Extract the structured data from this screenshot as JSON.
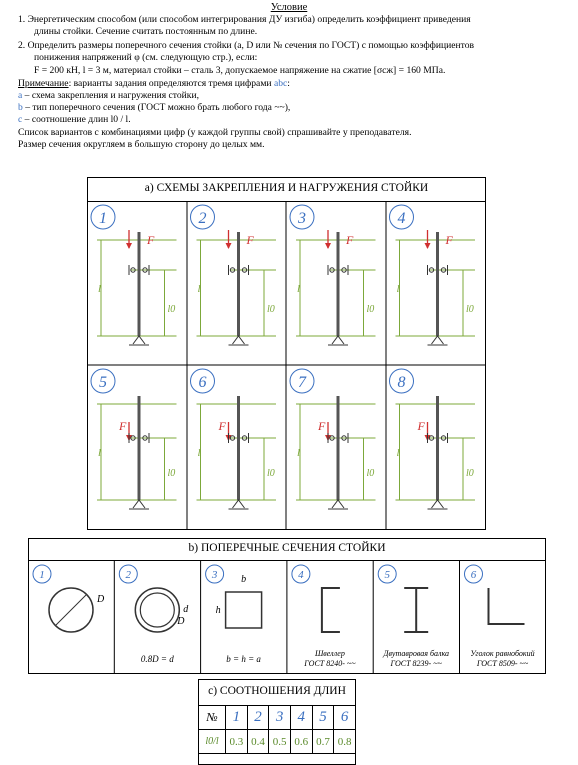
{
  "condition": {
    "title": "Условие",
    "item1_line1": "1.  Энергетическим способом (или способом интегрирования ДУ изгиба) определить коэффициент приведения",
    "item1_line2": "длины стойки. Сечение считать постоянным по длине.",
    "item2_line1": "2.  Определить размеры поперечного сечения стойки (a, D или № сечения по ГОСТ) с помощью коэффициентов",
    "item2_line2": "понижения напряжений φ (см. следующую стр.), если:",
    "given": "F = 200 кН,   l = 3 м,   материал стойки – сталь 3,   допускаемое напряжение на сжатие [σсж] = 160 МПа.",
    "note_label": "Примечание",
    "note_text": ": варианты задания определяются тремя цифрами ",
    "note_abc": "abc",
    "note_colon": ":",
    "a_letter": "a",
    "a_text": " – схема закрепления и нагружения стойки,",
    "b_letter": "b",
    "b_text": " – тип поперечного сечения (ГОСТ можно брать любого года ~~),",
    "c_letter": "c",
    "c_text": " – соотношение длин l0 / l.",
    "list_text": "Список  вариантов с комбинациями цифр (у каждой группы свой) спрашивайте у преподавателя.",
    "round_text": "Размер сечения округляем в большую сторону до целых мм."
  },
  "section_a": {
    "title": "а) СХЕМЫ ЗАКРЕПЛЕНИЯ И НАГРУЖЕНИЯ СТОЙКИ",
    "schemes": [
      "1",
      "2",
      "3",
      "4",
      "5",
      "6",
      "7",
      "8"
    ],
    "force_label": "F",
    "length_label": "l",
    "length0_label": "l0"
  },
  "section_b": {
    "title": "b) ПОПЕРЕЧНЫЕ СЕЧЕНИЯ СТОЙКИ",
    "sections": [
      {
        "num": "1",
        "dim": "D",
        "caption": ""
      },
      {
        "num": "2",
        "dim": "d",
        "dim2": "D",
        "caption": "0.8D = d"
      },
      {
        "num": "3",
        "dim": "b",
        "dim2": "h",
        "caption": "b = h = a"
      },
      {
        "num": "4",
        "caption1": "Швеллер",
        "caption2": "ГОСТ 8240- ~~"
      },
      {
        "num": "5",
        "caption1": "Двутавровая балка",
        "caption2": "ГОСТ 8239- ~~"
      },
      {
        "num": "6",
        "caption1": "Уголок равнобокий",
        "caption2": "ГОСТ 8509- ~~"
      }
    ]
  },
  "section_c": {
    "title": "c) СООТНОШЕНИЯ ДЛИН",
    "num_label": "№",
    "ratio_label": "l0/l",
    "nums": [
      "1",
      "2",
      "3",
      "4",
      "5",
      "6"
    ],
    "values": [
      "0.3",
      "0.4",
      "0.5",
      "0.6",
      "0.7",
      "0.8"
    ]
  },
  "colors": {
    "blue": "#3a6fc0",
    "green": "#7ca83a",
    "red": "#d03030",
    "gray": "#888888"
  }
}
